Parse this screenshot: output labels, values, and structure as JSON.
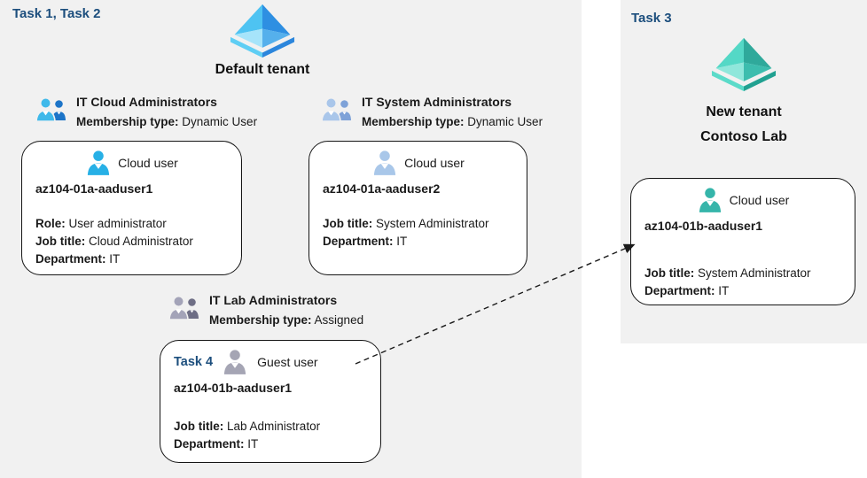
{
  "left_panel": {
    "task_label": "Task 1, Task 2",
    "tenant_title": "Default tenant"
  },
  "right_panel": {
    "task_label": "Task 3",
    "tenant_title_line1": "New tenant",
    "tenant_title_line2": "Contoso Lab"
  },
  "groups": [
    {
      "name": "IT Cloud Administrators",
      "membership_label": "Membership type:",
      "membership_value": "Dynamic User"
    },
    {
      "name": "IT System Administrators",
      "membership_label": "Membership type:",
      "membership_value": "Dynamic User"
    },
    {
      "name": "IT Lab Administrators",
      "membership_label": "Membership type:",
      "membership_value": "Assigned"
    }
  ],
  "cards": [
    {
      "user_type": "Cloud user",
      "name": "az104-01a-aaduser1",
      "fields": [
        {
          "label": "Role:",
          "value": "User administrator"
        },
        {
          "label": "Job title:",
          "value": "Cloud Administrator"
        },
        {
          "label": "Department:",
          "value": "IT"
        }
      ]
    },
    {
      "user_type": "Cloud user",
      "name": "az104-01a-aaduser2",
      "fields": [
        {
          "label": "Job title:",
          "value": "System Administrator"
        },
        {
          "label": "Department:",
          "value": "IT"
        }
      ]
    },
    {
      "task_label": "Task 4",
      "user_type": "Guest user",
      "name": "az104-01b-aaduser1",
      "fields": [
        {
          "label": "Job title:",
          "value": "Lab Administrator"
        },
        {
          "label": "Department:",
          "value": "IT"
        }
      ]
    },
    {
      "user_type": "Cloud user",
      "name": "az104-01b-aaduser1",
      "fields": [
        {
          "label": "Job title:",
          "value": "System Administrator"
        },
        {
          "label": "Department:",
          "value": "IT"
        }
      ]
    }
  ],
  "icons": {
    "tenant_blue": "azure-ad-pyramid-blue",
    "tenant_teal": "azure-ad-pyramid-teal",
    "group": "two-people-icon",
    "person": "person-icon",
    "arrow": "dashed-arrow"
  },
  "colors": {
    "panel_bg": "#f1f1f1",
    "task_label_blue": "#1c4e7d",
    "pyr_blue_tl": "#4ec3f2",
    "pyr_blue_tr": "#2e8fe2",
    "pyr_blue_bl": "#a6e4fa",
    "pyr_blue_br": "#55b0ec",
    "pyr_blue_base_l": "#5fcef4",
    "pyr_blue_base_r": "#2c86dc",
    "pyr_teal_tl": "#54d8c6",
    "pyr_teal_tr": "#2fa99b",
    "pyr_teal_bl": "#8fe7db",
    "pyr_teal_br": "#3cbdae",
    "pyr_teal_base_l": "#5bdbc9",
    "pyr_teal_base_r": "#21a191",
    "person_cyan": "#27b0e6",
    "person_light": "#a9c7e9",
    "person_gray": "#a5a5b4",
    "person_teal": "#35b5aa",
    "grp_blue_front": "#3fb9ea",
    "grp_blue_back": "#1c74c8",
    "grp_light_front": "#a9c6ea",
    "grp_light_back": "#7ea2d8",
    "grp_gray_front": "#a3a3b8",
    "grp_gray_back": "#6e6e85",
    "arrow_color": "#1a1a1a"
  }
}
